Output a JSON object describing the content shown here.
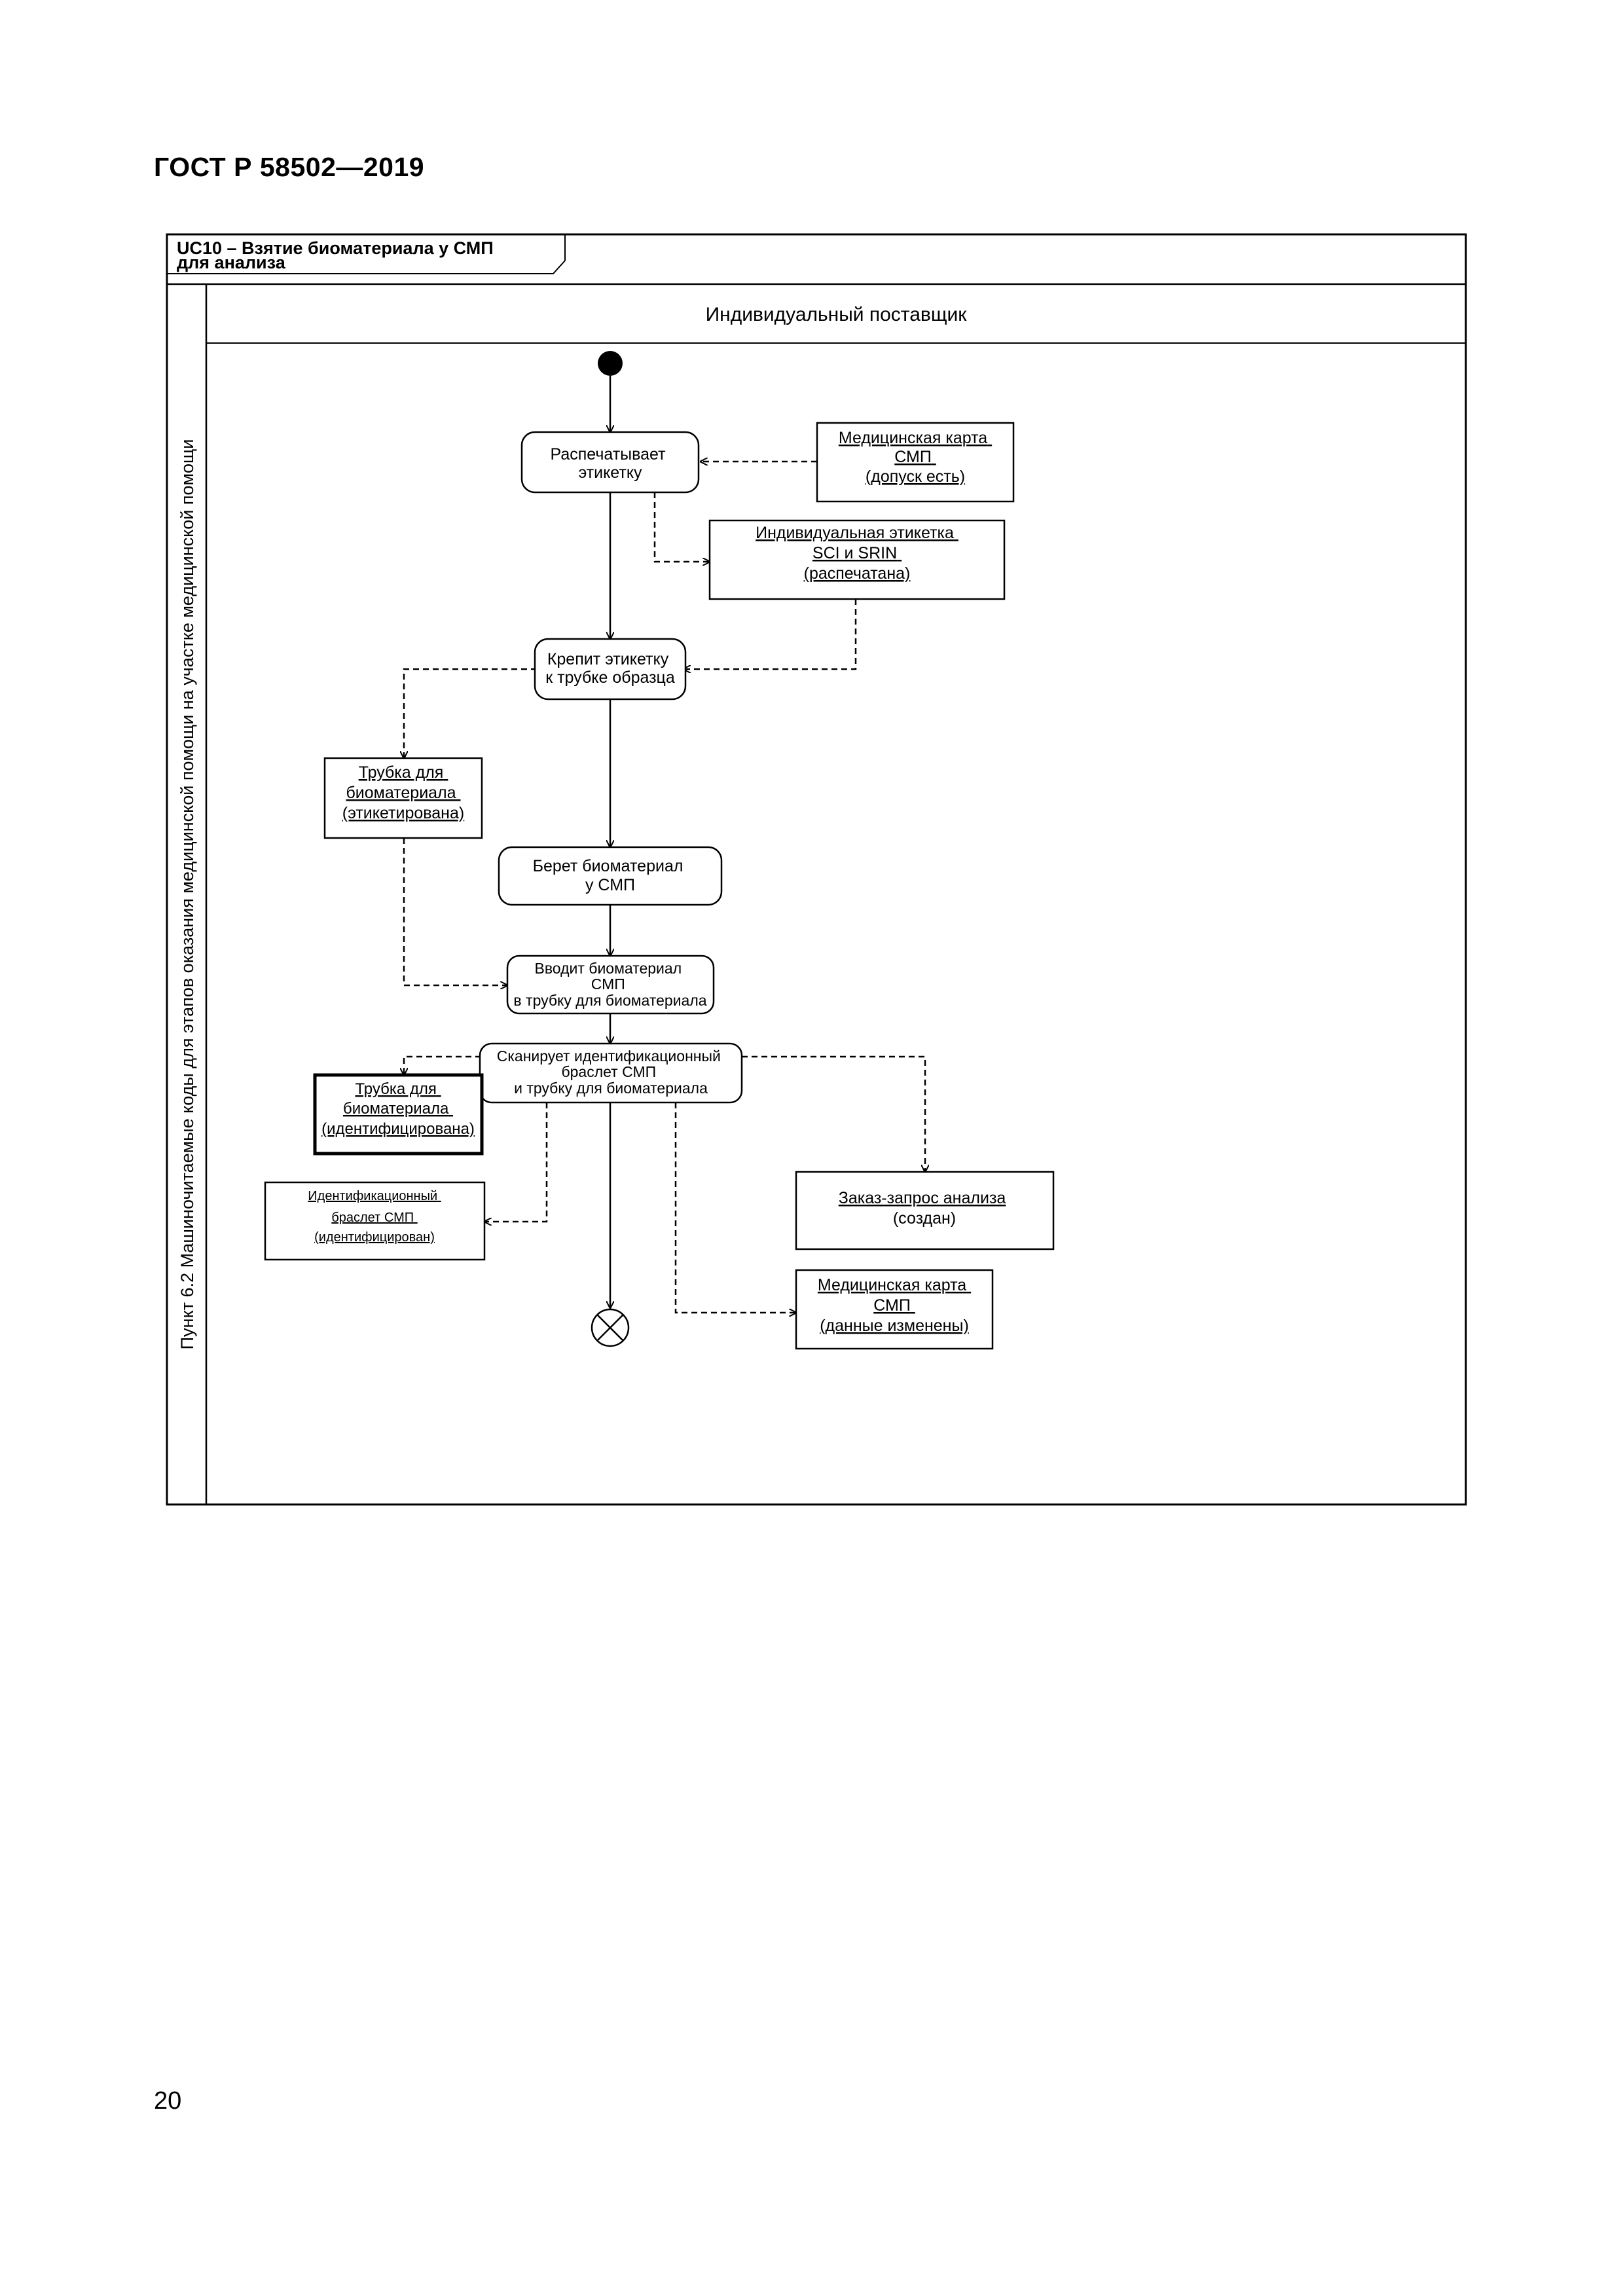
{
  "document": {
    "header": "ГОСТ Р 58502—2019",
    "page_number": "20"
  },
  "diagram": {
    "frame_title_line1": "UC10 – Взятие биоматериала у СМП",
    "frame_title_line2": "для анализа",
    "swimlane_title": "Индивидуальный поставщик",
    "side_label": "Пункт 6.2 Машиночитаемые коды для этапов оказания медицинской помощи на участке медицинской помощи",
    "actions": {
      "print_label": [
        "Распечатывает",
        "этикетку"
      ],
      "attach_label": [
        "Крепит этикетку",
        "к трубке образца"
      ],
      "take_biomaterial": [
        "Берет биоматериал",
        "у СМП"
      ],
      "insert_biomaterial": [
        "Вводит биоматериал",
        "СМП",
        "в трубку для биоматериала"
      ],
      "scan": [
        "Сканирует идентификационный",
        "браслет СМП",
        "и трубку для биоматериала"
      ]
    },
    "objects": {
      "med_card_access": [
        "Медицинская карта",
        "СМП",
        "(допуск есть)"
      ],
      "individual_label": [
        "Индивидуальная этикетка",
        "SCI и SRIN",
        "(распечатана)"
      ],
      "tube_labeled": [
        "Трубка для",
        "биоматериала",
        "(этикетирована)"
      ],
      "tube_identified": [
        "Трубка для",
        "биоматериала",
        "(идентифицирована)"
      ],
      "bracelet_identified": [
        "Идентификационный",
        "браслет СМП",
        "(идентифицирован)"
      ],
      "order_request": [
        "Заказ-запрос анализа",
        "(создан)"
      ],
      "med_card_changed": [
        "Медицинская карта",
        "СМП",
        "(данные изменены)"
      ]
    }
  }
}
